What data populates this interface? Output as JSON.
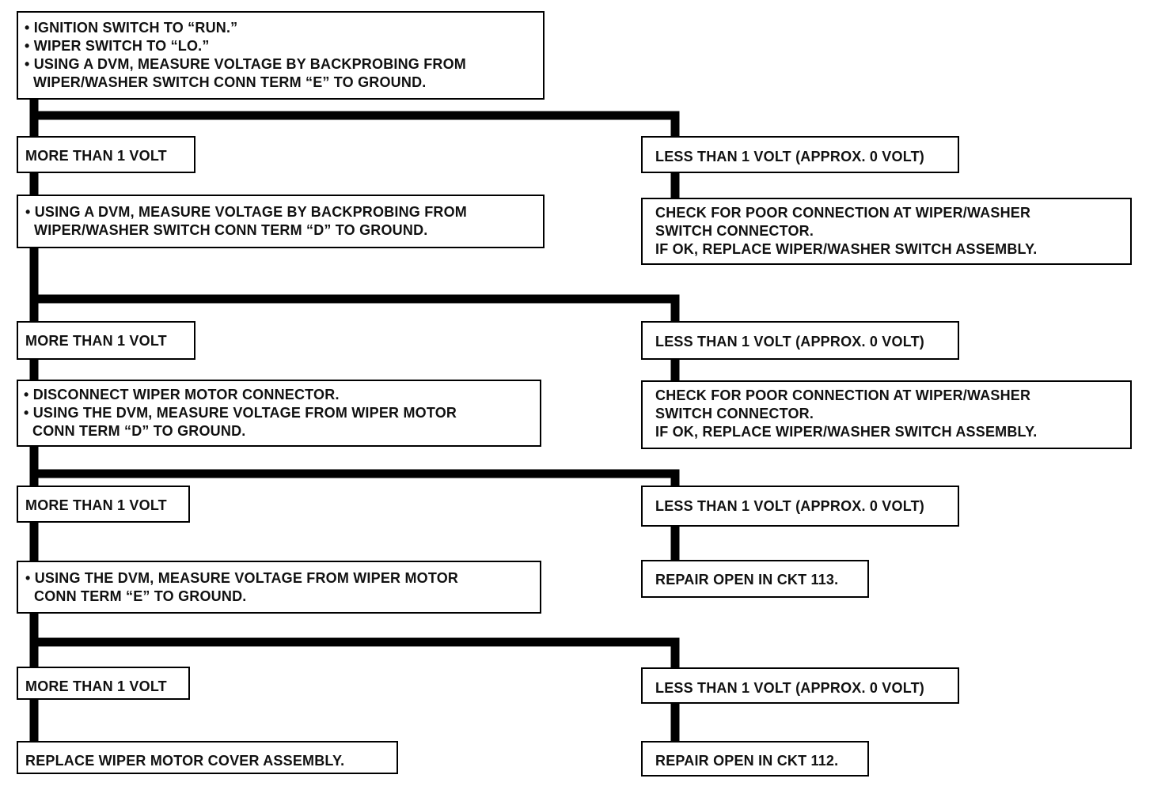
{
  "flowchart": {
    "start": {
      "lines": [
        "• IGNITION SWITCH TO “RUN.”",
        "• WIPER SWITCH TO “LO.”",
        "• USING A DVM, MEASURE VOLTAGE BY BACKPROBING FROM",
        "WIPER/WASHER SWITCH CONN TERM “E” TO GROUND."
      ]
    },
    "more_1": "MORE THAN 1 VOLT",
    "less_1": "LESS THAN 1 VOLT (APPROX. 0 VOLT)",
    "step_d": {
      "lines": [
        "• USING A DVM, MEASURE VOLTAGE BY BACKPROBING FROM",
        "WIPER/WASHER SWITCH CONN TERM “D” TO GROUND."
      ]
    },
    "check_1": {
      "lines": [
        "CHECK FOR POOR CONNECTION AT WIPER/WASHER",
        "SWITCH CONNECTOR.",
        "IF OK, REPLACE WIPER/WASHER SWITCH ASSEMBLY."
      ]
    },
    "more_2": "MORE THAN 1 VOLT",
    "less_2": "LESS THAN 1 VOLT (APPROX. 0 VOLT)",
    "step_motor_d": {
      "lines": [
        "• DISCONNECT WIPER MOTOR CONNECTOR.",
        "• USING THE DVM, MEASURE VOLTAGE FROM WIPER MOTOR",
        "CONN TERM “D” TO GROUND."
      ]
    },
    "check_2": {
      "lines": [
        "CHECK FOR POOR CONNECTION AT WIPER/WASHER",
        "SWITCH CONNECTOR.",
        "IF OK, REPLACE WIPER/WASHER SWITCH ASSEMBLY."
      ]
    },
    "more_3": "MORE THAN 1 VOLT",
    "less_3": "LESS THAN 1 VOLT (APPROX. 0 VOLT)",
    "step_motor_e": {
      "lines": [
        "• USING THE DVM, MEASURE VOLTAGE FROM WIPER MOTOR",
        "CONN TERM “E” TO GROUND."
      ]
    },
    "repair_113": "REPAIR OPEN IN CKT 113.",
    "more_4": "MORE THAN 1 VOLT",
    "less_4": "LESS THAN 1 VOLT (APPROX. 0 VOLT)",
    "replace_cover": "REPLACE WIPER MOTOR COVER ASSEMBLY.",
    "repair_112": "REPAIR OPEN IN CKT 112."
  }
}
